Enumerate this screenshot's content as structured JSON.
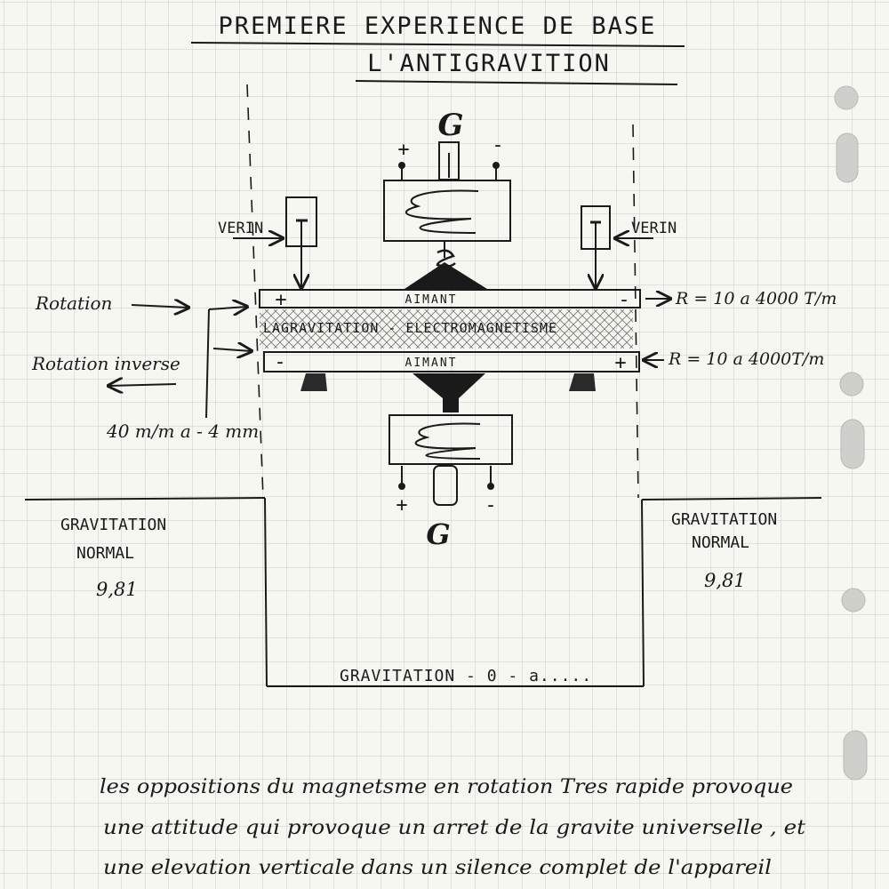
{
  "title": {
    "line1": "PREMIERE EXPERIENCE DE BASE",
    "line2": "L'ANTIGRAVITION"
  },
  "generator_top": {
    "letter": "G",
    "plus": "+",
    "minus": "-"
  },
  "generator_bottom": {
    "letter": "G",
    "plus": "+",
    "minus": "-"
  },
  "verin_left": "VERIN",
  "verin_right": "VERIN",
  "rotation_label": "Rotation",
  "rotation_inverse_label": "Rotation inverse",
  "top_magnet": {
    "label": "AIMANT",
    "left_sign": "+",
    "right_sign": "-",
    "speed": "R = 10 a 4000 T/m"
  },
  "middle_label": "LAGRAVITATION - ELECTROMAGNETISME",
  "bottom_magnet": {
    "label": "AIMANT",
    "left_sign": "-",
    "right_sign": "+",
    "speed": "R = 10 a 4000T/m"
  },
  "gap": "40 m/m a - 4 mm",
  "gravity_left": {
    "line1": "GRAVITATION",
    "line2": "NORMAL",
    "value": "9,81"
  },
  "gravity_right": {
    "line1": "GRAVITATION",
    "line2": "NORMAL",
    "value": "9,81"
  },
  "gravity_zero": "GRAVITATION - 0 - a.....",
  "notes": [
    "les oppositions du magnetsme en rotation Tres rapide provoque",
    "une attitude qui provoque un arret de la gravite universelle , et",
    "une elevation verticale dans un silence complet de l'appareil"
  ],
  "colors": {
    "paper": "#f7f7f2",
    "grid": "#c9cccc",
    "ink": "#1a1a1a"
  }
}
